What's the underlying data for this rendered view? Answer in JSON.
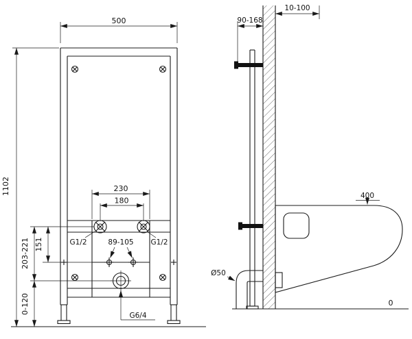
{
  "drawing": {
    "front": {
      "width": "500",
      "height": "1102",
      "spacing_outer": "230",
      "spacing_inner": "180",
      "thread_left": "G1/2",
      "thread_right": "G1/2",
      "spacing_small": "89-105",
      "offset_supply": "151",
      "offset_drain": "203-221",
      "offset_floor": "0-120",
      "drain_thread": "G6/4"
    },
    "side": {
      "top_range": "10-100",
      "depth_range": "90-168",
      "bowl_height": "400",
      "pipe_diameter": "Ø50",
      "floor_level": "0"
    }
  }
}
